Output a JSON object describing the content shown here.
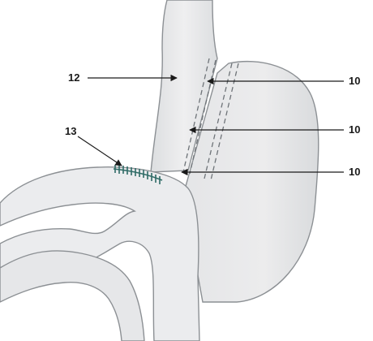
{
  "callouts": {
    "twelve": "12",
    "thirteen": "13",
    "ten_upper": "10",
    "ten_middle": "10",
    "ten_lower": "10"
  },
  "colors": {
    "tissue_fill": "#e9eaeb",
    "tissue_shade": "#d4d6d8",
    "outline": "#8c9094",
    "staple_line": "#6e7378",
    "suture": "#2f6b66",
    "leader": "#1a1a1a"
  },
  "icons": {
    "suture_row": "suture-stitches-icon",
    "staple_lines": "dashed-staple-line-icon"
  }
}
